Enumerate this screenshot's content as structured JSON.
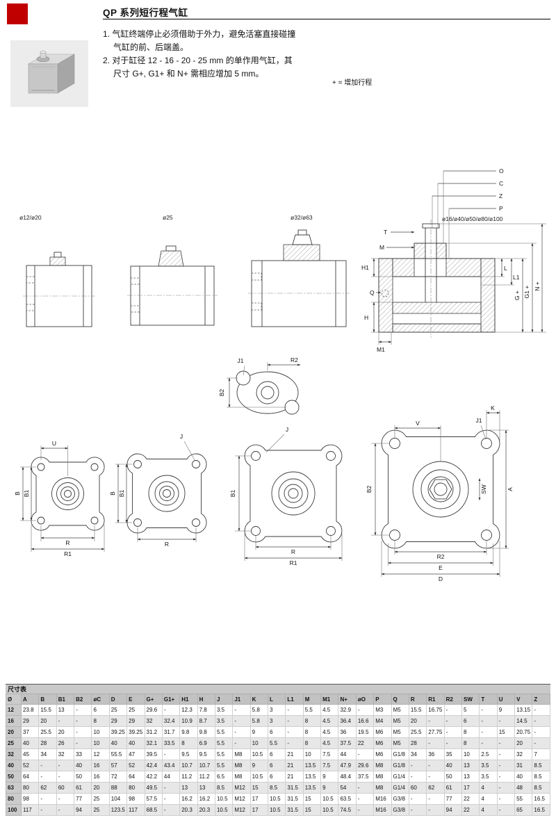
{
  "header": {
    "title": "QP 系列短行程气缸",
    "logo_color": "#c00000"
  },
  "notes": {
    "n1a": "1. 气缸终端停止必须借助于外力，避免活塞直接碰撞",
    "n1b": "气缸的前、后端盖。",
    "n2a": "2. 对于缸径 12 - 16 - 20 - 25 mm 的单作用气缸，其",
    "n2b": "尺寸 G+, G1+ 和 N+ 需相应增加 5 mm。",
    "stroke_note": "+ = 增加行程"
  },
  "drawings": {
    "sections": {
      "s1": "ø12/ø20",
      "s2": "ø25",
      "s3": "ø32/ø63",
      "s4": "ø16/ø40/ø50/ø80/ø100"
    },
    "dims": {
      "O": "O",
      "C": "C",
      "Z": "Z",
      "P": "P",
      "T": "T",
      "M": "M",
      "H1": "H1",
      "Q": "Q",
      "H": "H",
      "M1": "M1",
      "L": "L",
      "L1": "L1",
      "Gp": "G +",
      "G1p": "G1 +",
      "Np": "N +",
      "J1": "J1",
      "R2": "R2",
      "B2": "B2",
      "U": "U",
      "B": "B",
      "B1": "B1",
      "R": "R",
      "R1": "R1",
      "J": "J",
      "V": "V",
      "K": "K",
      "SW": "SW",
      "A": "A",
      "E": "E",
      "D": "D"
    }
  },
  "table": {
    "title": "尺寸表",
    "columns": [
      "Ø",
      "A",
      "B",
      "B1",
      "B2",
      "øC",
      "D",
      "E",
      "G+",
      "G1+",
      "H1",
      "H",
      "J",
      "J1",
      "K",
      "L",
      "L1",
      "M",
      "M1",
      "N+",
      "øO",
      "P",
      "Q",
      "R",
      "R1",
      "R2",
      "SW",
      "T",
      "U",
      "V",
      "Z"
    ],
    "rows": [
      {
        "bore": "12",
        "values": [
          "23.8",
          "15.5",
          "13",
          "-",
          "6",
          "25",
          "25",
          "29.6",
          "-",
          "12.3",
          "7.8",
          "3.5",
          "-",
          "5.8",
          "3",
          "-",
          "5.5",
          "4.5",
          "32.9",
          "-",
          "M3",
          "M5",
          "15.5",
          "16.75",
          "-",
          "5",
          "-",
          "9",
          "13.15",
          "-"
        ]
      },
      {
        "bore": "16",
        "values": [
          "29",
          "20",
          "-",
          "-",
          "8",
          "29",
          "29",
          "32",
          "32.4",
          "10.9",
          "8.7",
          "3.5",
          "-",
          "5.8",
          "3",
          "-",
          "8",
          "4.5",
          "36.4",
          "16.6",
          "M4",
          "M5",
          "20",
          "-",
          "-",
          "6",
          "-",
          "-",
          "14.5",
          "-"
        ]
      },
      {
        "bore": "20",
        "values": [
          "37",
          "25.5",
          "20",
          "-",
          "10",
          "39.25",
          "39.25",
          "31.2",
          "31.7",
          "9.8",
          "9.8",
          "5.5",
          "-",
          "9",
          "6",
          "-",
          "8",
          "4.5",
          "36",
          "19.5",
          "M6",
          "M5",
          "25.5",
          "27.75",
          "-",
          "8",
          "-",
          "15",
          "20.75",
          "-"
        ]
      },
      {
        "bore": "25",
        "values": [
          "40",
          "28",
          "26",
          "-",
          "10",
          "40",
          "40",
          "32.1",
          "33.5",
          "8",
          "6.9",
          "5.5",
          "-",
          "10",
          "5.5",
          "-",
          "8",
          "4.5",
          "37.5",
          "22",
          "M6",
          "M5",
          "28",
          "-",
          "-",
          "8",
          "-",
          "-",
          "20",
          "-"
        ]
      },
      {
        "bore": "32",
        "values": [
          "45",
          "34",
          "32",
          "33",
          "12",
          "55.5",
          "47",
          "39.5",
          "-",
          "9.5",
          "9.5",
          "5.5",
          "M8",
          "10.5",
          "6",
          "21",
          "10",
          "7.5",
          "44",
          "-",
          "M6",
          "G1/8",
          "34",
          "36",
          "35",
          "10",
          "2.5",
          "-",
          "32",
          "7"
        ]
      },
      {
        "bore": "40",
        "values": [
          "52",
          "-",
          "-",
          "40",
          "16",
          "57",
          "52",
          "42.4",
          "43.4",
          "10.7",
          "10.7",
          "5.5",
          "M8",
          "9",
          "6",
          "21",
          "13.5",
          "7.5",
          "47.9",
          "29.6",
          "M8",
          "G1/8",
          "-",
          "-",
          "40",
          "13",
          "3.5",
          "-",
          "31",
          "8.5"
        ]
      },
      {
        "bore": "50",
        "values": [
          "64",
          "-",
          "-",
          "50",
          "16",
          "72",
          "64",
          "42.2",
          "44",
          "11.2",
          "11.2",
          "6.5",
          "M8",
          "10.5",
          "6",
          "21",
          "13.5",
          "9",
          "48.4",
          "37.5",
          "M8",
          "G1/4",
          "-",
          "-",
          "50",
          "13",
          "3.5",
          "-",
          "40",
          "8.5"
        ]
      },
      {
        "bore": "63",
        "values": [
          "80",
          "62",
          "60",
          "61",
          "20",
          "88",
          "80",
          "49.5",
          "-",
          "13",
          "13",
          "8.5",
          "M12",
          "15",
          "8.5",
          "31.5",
          "13.5",
          "9",
          "54",
          "-",
          "M8",
          "G1/4",
          "60",
          "62",
          "61",
          "17",
          "4",
          "-",
          "48",
          "8.5"
        ]
      },
      {
        "bore": "80",
        "values": [
          "98",
          "-",
          "-",
          "77",
          "25",
          "104",
          "98",
          "57.5",
          "-",
          "16.2",
          "16.2",
          "10.5",
          "M12",
          "17",
          "10.5",
          "31.5",
          "15",
          "10.5",
          "63.5",
          "-",
          "M16",
          "G3/8",
          "-",
          "-",
          "77",
          "22",
          "4",
          "-",
          "55",
          "16.5"
        ]
      },
      {
        "bore": "100",
        "values": [
          "117",
          "-",
          "-",
          "94",
          "25",
          "123.5",
          "117",
          "68.5",
          "-",
          "20.3",
          "20.3",
          "10.5",
          "M12",
          "17",
          "10.5",
          "31.5",
          "15",
          "10.5",
          "74.5",
          "-",
          "M16",
          "G3/8",
          "-",
          "-",
          "94",
          "22",
          "4",
          "-",
          "65",
          "16.5"
        ]
      }
    ]
  }
}
